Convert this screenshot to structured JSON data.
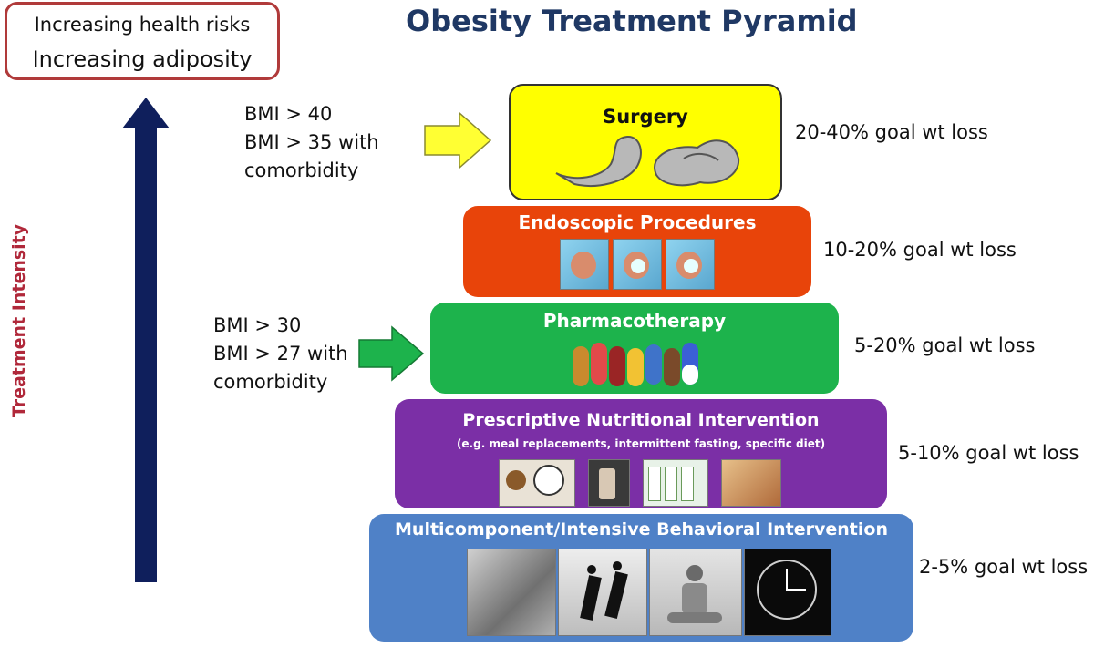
{
  "title": "Obesity Treatment Pyramid",
  "risk_box": {
    "line1": "Increasing health risks",
    "line2": "Increasing adiposity"
  },
  "axis_label": "Treatment Intensity",
  "surgery_criteria": [
    "BMI > 40",
    "BMI > 35 with",
    "comorbidity"
  ],
  "pharma_criteria": [
    "BMI > 30",
    "BMI > 27 with",
    "comorbidity"
  ],
  "tiers": [
    {
      "title": "Surgery",
      "subtitle": "",
      "goal": "20-40%  goal wt loss",
      "color": "#ffff00",
      "text_color": "#111111"
    },
    {
      "title": "Endoscopic Procedures",
      "subtitle": "",
      "goal": "10-20% goal wt loss",
      "color": "#e8440a",
      "text_color": "#ffffff"
    },
    {
      "title": "Pharmacotherapy",
      "subtitle": "",
      "goal": "5-20% goal wt loss",
      "color": "#1db34c",
      "text_color": "#ffffff"
    },
    {
      "title": "Prescriptive Nutritional Intervention",
      "subtitle": "(e.g. meal replacements, intermittent fasting, specific diet)",
      "goal": "5-10% goal wt loss",
      "color": "#7b2fa6",
      "text_color": "#ffffff"
    },
    {
      "title": "Multicomponent/Intensive Behavioral Intervention",
      "subtitle": "",
      "goal": "2-5% goal wt loss",
      "color": "#4f81c7",
      "text_color": "#ffffff"
    }
  ],
  "colors": {
    "title": "#1f3864",
    "axis_arrow": "#0f1f5c",
    "axis_label": "#b0283a",
    "risk_border": "#b03a3a",
    "surgery_arrow": "#ffff33",
    "pharma_arrow": "#1db34c"
  },
  "icons": [
    "stomach-surgery-icon",
    "endoscopic-balloon-icon",
    "pills-icon",
    "meal-replacement-icon",
    "lifestyle-photo-icon"
  ]
}
